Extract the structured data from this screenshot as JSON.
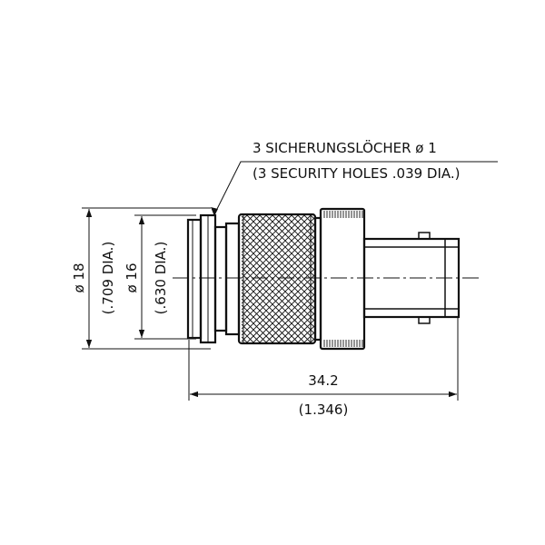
{
  "callout": {
    "line1": "3 SICHERUNGSLÖCHER  ø  1",
    "line2": "(3 SECURITY HOLES .039 DIA.)"
  },
  "dims": {
    "outer_dia_metric": "ø 18",
    "outer_dia_inch": "(.709 DIA.)",
    "inner_dia_metric": "ø 16",
    "inner_dia_inch": "(.630 DIA.)",
    "length_metric": "34.2",
    "length_inch": "(1.346)"
  }
}
